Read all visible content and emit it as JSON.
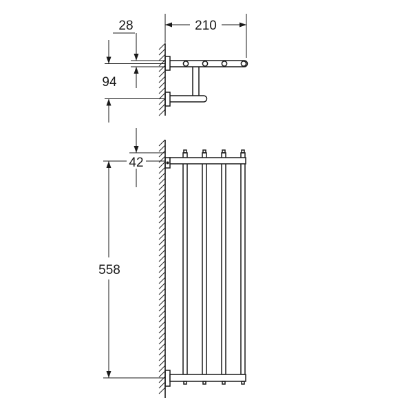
{
  "dimensions": {
    "depth_top": "28",
    "width": "210",
    "height_offset": "94",
    "top_offset": "42",
    "height": "558"
  },
  "colors": {
    "ink": "#1a1a1a",
    "background": "#ffffff"
  }
}
